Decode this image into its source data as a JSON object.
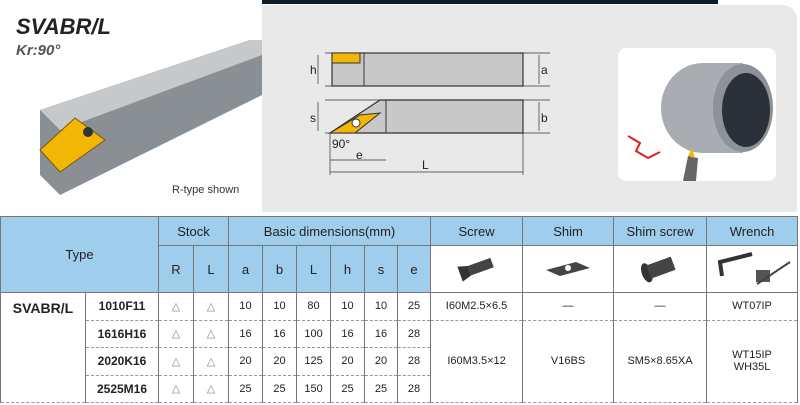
{
  "header": {
    "title": "SVABR/L",
    "subtitle": "Kr:90°",
    "note": "R-type shown"
  },
  "diagram": {
    "labels": {
      "h": "h",
      "a": "a",
      "s": "s",
      "b": "b",
      "angle": "90°",
      "e": "e",
      "L": "L"
    }
  },
  "table": {
    "headers": {
      "type": "Type",
      "stock": "Stock",
      "basic": "Basic dimensions(mm)",
      "screw": "Screw",
      "shim": "Shim",
      "shim_screw": "Shim screw",
      "wrench": "Wrench"
    },
    "subheaders": [
      "R",
      "L",
      "a",
      "b",
      "L",
      "h",
      "s",
      "e"
    ],
    "family": "SVABR/L",
    "rows": [
      {
        "model": "1010F11",
        "R": "△",
        "L": "△",
        "a": "10",
        "b": "10",
        "Ldim": "80",
        "h": "10",
        "s": "10",
        "e": "25"
      },
      {
        "model": "1616H16",
        "R": "△",
        "L": "△",
        "a": "16",
        "b": "16",
        "Ldim": "100",
        "h": "16",
        "s": "16",
        "e": "28"
      },
      {
        "model": "2020K16",
        "R": "△",
        "L": "△",
        "a": "20",
        "b": "20",
        "Ldim": "125",
        "h": "20",
        "s": "20",
        "e": "28"
      },
      {
        "model": "2525M16",
        "R": "△",
        "L": "△",
        "a": "25",
        "b": "25",
        "Ldim": "150",
        "h": "25",
        "s": "25",
        "e": "28"
      }
    ],
    "accessories": [
      {
        "screw": "I60M2.5×6.5",
        "shim": "—",
        "shim_screw": "—",
        "wrench": "WT07IP"
      },
      {
        "screw": "I60M3.5×12",
        "shim": "V16BS",
        "shim_screw": "SM5×8.65XA",
        "wrench": "WT15IP",
        "wrench2": "WH35L"
      }
    ]
  },
  "colors": {
    "header_bg": "#9fcdec",
    "insert": "#f2b705",
    "panel": "#e9e9e9"
  }
}
